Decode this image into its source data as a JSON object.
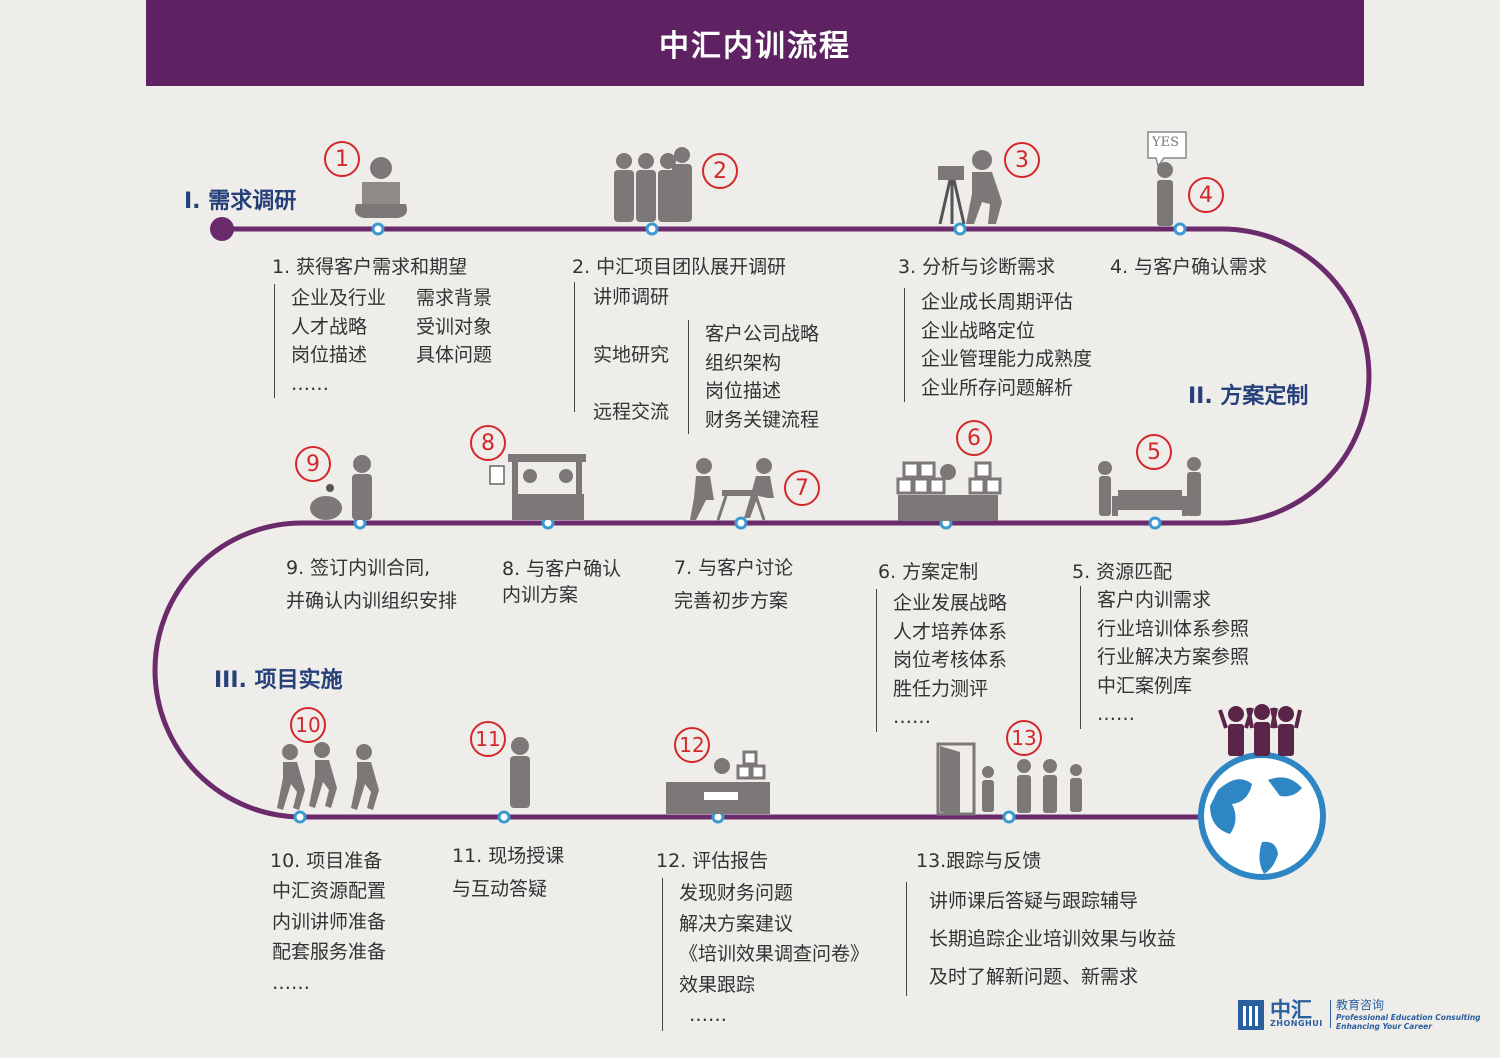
{
  "title": "中汇内训流程",
  "phases": {
    "p1": "I. 需求调研",
    "p2": "II. 方案定制",
    "p3": "III. 项目实施"
  },
  "numbers": [
    "1",
    "2",
    "3",
    "4",
    "5",
    "6",
    "7",
    "8",
    "9",
    "10",
    "11",
    "12",
    "13"
  ],
  "steps": {
    "s1": {
      "title": "1. 获得客户需求和期望",
      "col1": [
        "企业及行业",
        "人才战略",
        "岗位描述",
        "……"
      ],
      "col2": [
        "需求背景",
        "受训对象",
        "具体问题"
      ]
    },
    "s2": {
      "title": "2. 中汇项目团队展开调研",
      "methods": [
        "讲师调研",
        "实地研究",
        "远程交流"
      ],
      "topics": [
        "客户公司战略",
        "组织架构",
        "岗位描述",
        "财务关键流程"
      ]
    },
    "s3": {
      "title": "3. 分析与诊断需求",
      "items": [
        "企业成长周期评估",
        "企业战略定位",
        "企业管理能力成熟度",
        "企业所存问题解析"
      ]
    },
    "s4": {
      "title": "4. 与客户确认需求",
      "bubble": "YES"
    },
    "s5": {
      "title": "5. 资源匹配",
      "items": [
        "客户内训需求",
        "行业培训体系参照",
        "行业解决方案参照",
        "中汇案例库",
        "……"
      ]
    },
    "s6": {
      "title": "6. 方案定制",
      "items": [
        "企业发展战略",
        "人才培养体系",
        "岗位考核体系",
        "胜任力测评",
        "……"
      ]
    },
    "s7": {
      "lines": [
        "7. 与客户讨论",
        "完善初步方案"
      ]
    },
    "s8": {
      "lines": [
        "8. 与客户确认",
        "内训方案"
      ]
    },
    "s9": {
      "lines": [
        "9. 签订内训合同,",
        "并确认内训组织安排"
      ]
    },
    "s10": {
      "title": "10. 项目准备",
      "items": [
        "中汇资源配置",
        "内训讲师准备",
        "配套服务准备",
        "……"
      ]
    },
    "s11": {
      "lines": [
        "11. 现场授课",
        "与互动答疑"
      ]
    },
    "s12": {
      "title": "12. 评估报告",
      "items": [
        "发现财务问题",
        "解决方案建议",
        "《培训效果调查问卷》",
        "效果跟踪",
        "……"
      ]
    },
    "s13": {
      "title": "13.跟踪与反馈",
      "items": [
        "讲师课后答疑与跟踪辅导",
        "长期追踪企业培训效果与收益",
        "及时了解新问题、新需求"
      ]
    }
  },
  "logo": {
    "cn": "中汇",
    "en": "ZHONGHUI",
    "tagline_cn": "教育咨询",
    "tagline_en1": "Professional Education Consulting",
    "tagline_en2": "Enhancing Your Career"
  },
  "colors": {
    "header": "#5e2263",
    "track": "#6b2a6b",
    "node": "#3a9ad0",
    "number": "#d2282a",
    "phase": "#26407a",
    "figure": "#7d7878"
  }
}
